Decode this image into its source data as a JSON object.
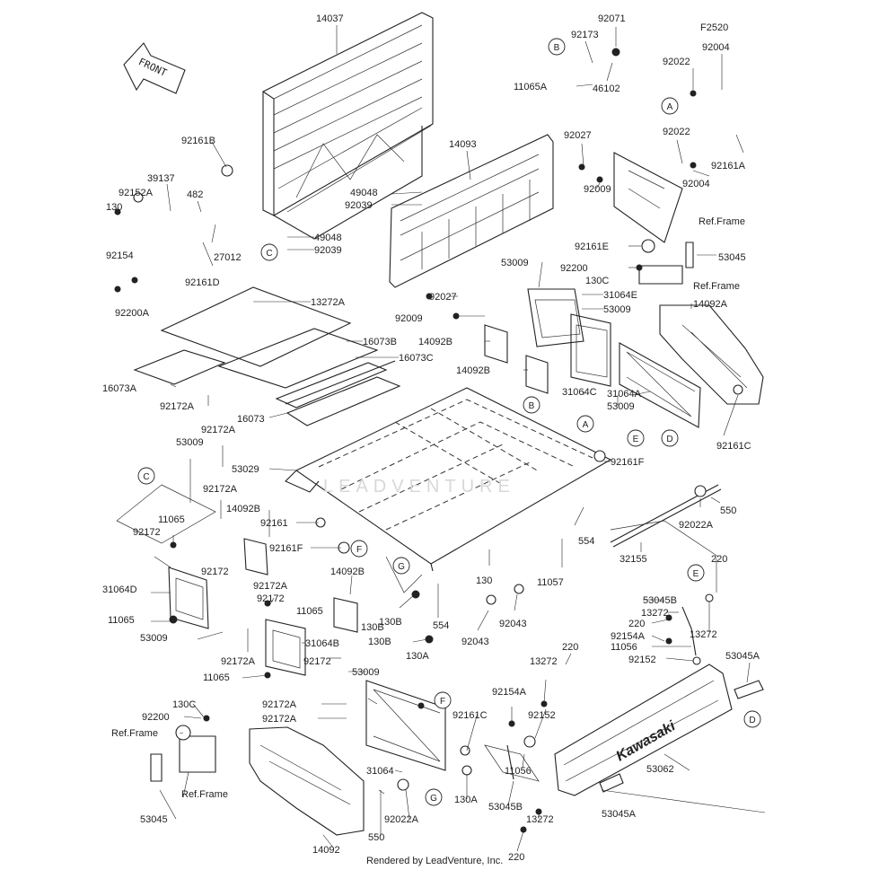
{
  "diagram": {
    "title_ref": "F2520",
    "front_label": "FRONT",
    "credit": "Rendered by LeadVenture, Inc.",
    "watermark": "LEADVENTURE",
    "brand_logo": "Kawasaki",
    "ref_frame_label": "Ref.Frame",
    "callout_letters": [
      "A",
      "B",
      "C",
      "D",
      "E",
      "F",
      "G"
    ],
    "part_labels": [
      "14037",
      "92071",
      "92173",
      "46102",
      "11065A",
      "92004",
      "92022",
      "92161B",
      "39137",
      "92152A",
      "482",
      "130",
      "92154",
      "27012",
      "92161D",
      "92200A",
      "14093",
      "92027",
      "92009",
      "49048",
      "92039",
      "92161A",
      "Ref.Frame",
      "92161E",
      "53045",
      "92200",
      "130C",
      "13272A",
      "16073B",
      "16073C",
      "16073A",
      "92172A",
      "16073",
      "53009",
      "31064E",
      "14092A",
      "14092B",
      "31064C",
      "31064A",
      "92161C",
      "92161F",
      "53029",
      "92161",
      "554",
      "550",
      "92022A",
      "32155",
      "11065",
      "92172",
      "31064D",
      "31064B",
      "130B",
      "130A",
      "11057",
      "92043",
      "220",
      "53045B",
      "13272",
      "92154A",
      "11056",
      "92152",
      "53045A",
      "53062",
      "31064",
      "14092"
    ]
  }
}
